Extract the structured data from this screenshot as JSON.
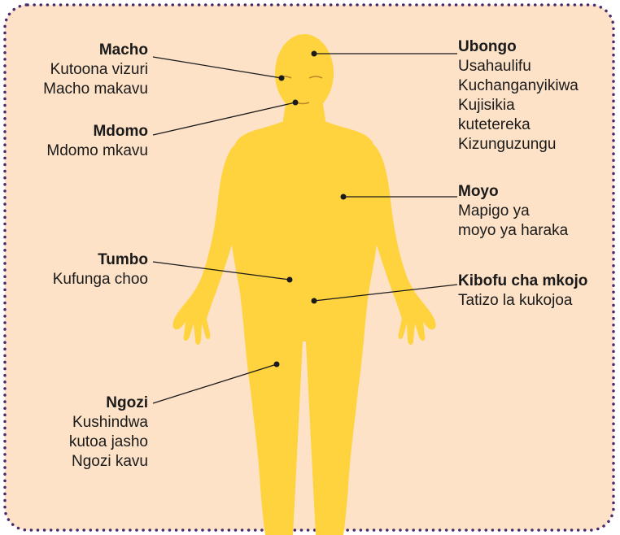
{
  "colors": {
    "panel_bg": "#fde2c8",
    "border_dots": "#4a2a6e",
    "body_fill": "#ffd33d",
    "leader": "#1a1a1a"
  },
  "labels": {
    "macho": {
      "title": "Macho",
      "lines": [
        "Kutoona vizuri",
        "Macho makavu"
      ]
    },
    "mdomo": {
      "title": "Mdomo",
      "lines": [
        "Mdomo mkavu"
      ]
    },
    "tumbo": {
      "title": "Tumbo",
      "lines": [
        "Kufunga choo"
      ]
    },
    "ngozi": {
      "title": "Ngozi",
      "lines": [
        "Kushindwa",
        "kutoa jasho",
        "Ngozi kavu"
      ]
    },
    "ubongo": {
      "title": "Ubongo",
      "lines": [
        "Usahaulifu",
        "Kuchanganyikiwa",
        "Kujisikia",
        "kutetereka",
        "Kizunguzungu"
      ]
    },
    "moyo": {
      "title": "Moyo",
      "lines": [
        "Mapigo ya",
        "moyo ya haraka"
      ]
    },
    "kibofu": {
      "title": "Kibofu cha mkojo",
      "lines": [
        "Tatizo la kukojoa"
      ]
    }
  }
}
